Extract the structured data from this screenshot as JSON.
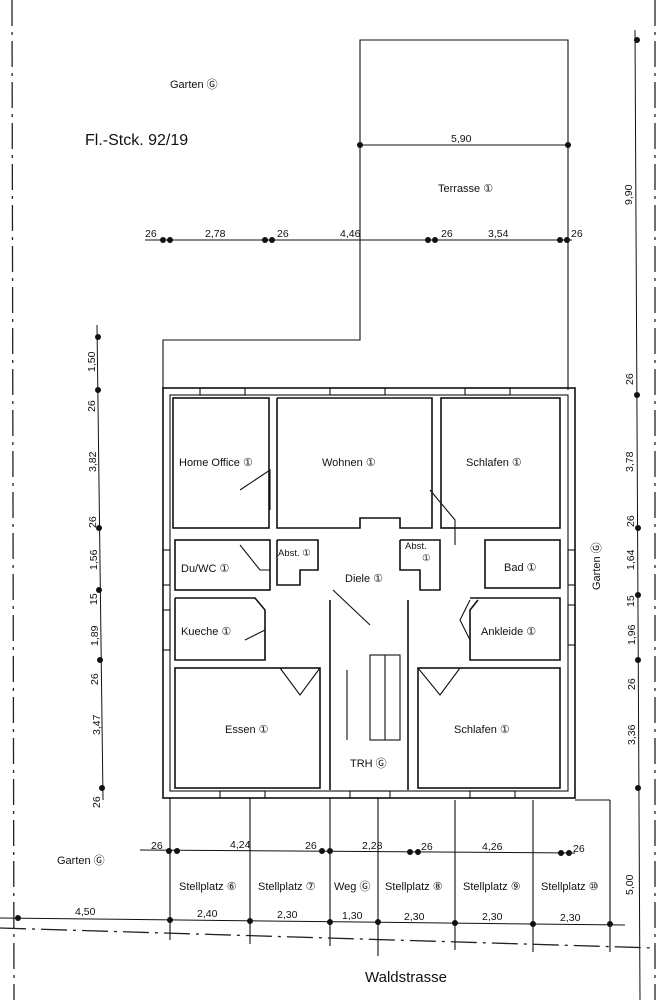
{
  "plot": {
    "title": "Fl.-Stck. 92/19",
    "street": "Waldstrasse"
  },
  "areas": {
    "garden_top": "Garten Ⓖ",
    "garden_right": "Garten Ⓖ",
    "garden_bottom": "Garten Ⓖ",
    "terrace": "Terrasse ①"
  },
  "rooms": {
    "home_office": "Home Office ①",
    "wohnen": "Wohnen ①",
    "schlafen_top": "Schlafen ①",
    "du_wc": "Du/WC ①",
    "abst_left": "Abst. ①",
    "abst_right_1": "Abst.",
    "abst_right_2": "①",
    "diele": "Diele ①",
    "bad": "Bad ①",
    "kueche": "Kueche ①",
    "ankleide": "Ankleide ①",
    "essen": "Essen ①",
    "schlafen_bottom": "Schlafen ①",
    "trh": "TRH Ⓖ"
  },
  "parking": [
    "Stellplatz ⑥",
    "Stellplatz ⑦",
    "Weg Ⓖ",
    "Stellplatz ⑧",
    "Stellplatz ⑨",
    "Stellplatz ⑩"
  ],
  "dimensions": {
    "terrace_width": "5,90",
    "terrace_height": "9,90",
    "top_row": [
      "26",
      "2,78",
      "26",
      "4,46",
      "26",
      "3,54",
      "26"
    ],
    "left_col": [
      "1,50",
      "26",
      "3,82",
      "26",
      "1,56",
      "15",
      "1,89",
      "26",
      "3,47",
      "26"
    ],
    "right_col": [
      "26",
      "3,78",
      "26",
      "1,64",
      "15",
      "1,96",
      "26",
      "3,36"
    ],
    "parking_upper": [
      "26",
      "4,24",
      "26",
      "2,28",
      "26",
      "4,26",
      "26"
    ],
    "parking_lower": [
      "4,50",
      "2,40",
      "2,30",
      "1,30",
      "2,30",
      "2,30",
      "2,30"
    ],
    "parking_depth": "5,00"
  }
}
